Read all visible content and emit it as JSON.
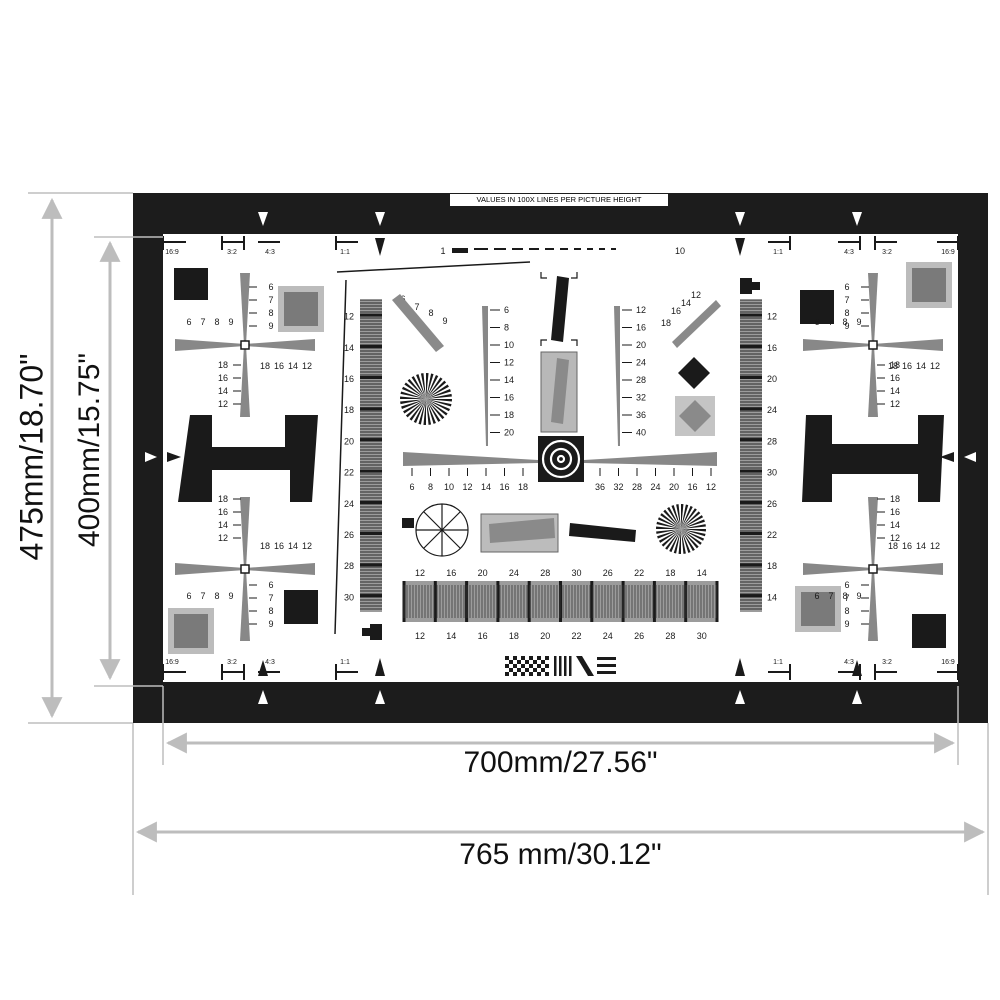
{
  "header": {
    "title": "VALUES IN 100X LINES PER PICTURE HEIGHT"
  },
  "dimensions": {
    "inner_width": "700mm/27.56\"",
    "outer_width": "765 mm/30.12\"",
    "outer_height": "475mm/18.70\"",
    "inner_height": "400mm/15.75\""
  },
  "aspect_labels": [
    "16:9",
    "3:2",
    "4:3",
    "1:1"
  ],
  "scale_bar": {
    "start": "1",
    "end": "10"
  },
  "wedges": {
    "left_vertical": [
      "12",
      "14",
      "16",
      "18",
      "20",
      "22",
      "24",
      "26",
      "28",
      "30"
    ],
    "right_vertical": [
      "12",
      "16",
      "20",
      "24",
      "28",
      "30",
      "26",
      "22",
      "18",
      "14"
    ],
    "bottom_top_row": [
      "12",
      "16",
      "20",
      "24",
      "28",
      "30",
      "26",
      "22",
      "18",
      "14"
    ],
    "bottom_bottom_row": [
      "12",
      "14",
      "16",
      "18",
      "20",
      "22",
      "24",
      "26",
      "28",
      "30"
    ],
    "tick_left": [
      "6",
      "8",
      "10",
      "12",
      "14",
      "16",
      "18",
      "20"
    ],
    "tick_right": [
      "12",
      "16",
      "20",
      "24",
      "28",
      "32",
      "36",
      "40"
    ],
    "fan_left_a": [
      "6",
      "7",
      "8",
      "9"
    ],
    "fan_right_a": [
      "12",
      "14",
      "16",
      "18"
    ],
    "h_scale_left": [
      "6",
      "8",
      "10",
      "12",
      "14",
      "16",
      "18"
    ],
    "h_scale_right": [
      "36",
      "32",
      "28",
      "24",
      "20",
      "16",
      "12"
    ],
    "cross_small": [
      "6",
      "7",
      "8",
      "9"
    ],
    "cross_large": [
      "18",
      "16",
      "14",
      "12"
    ]
  },
  "colors": {
    "ink": "#1a1a1a",
    "chart_frame": "#1c1c1c",
    "gray_patch": "#a8a8a8",
    "dim_line": "#bdbdbd"
  }
}
